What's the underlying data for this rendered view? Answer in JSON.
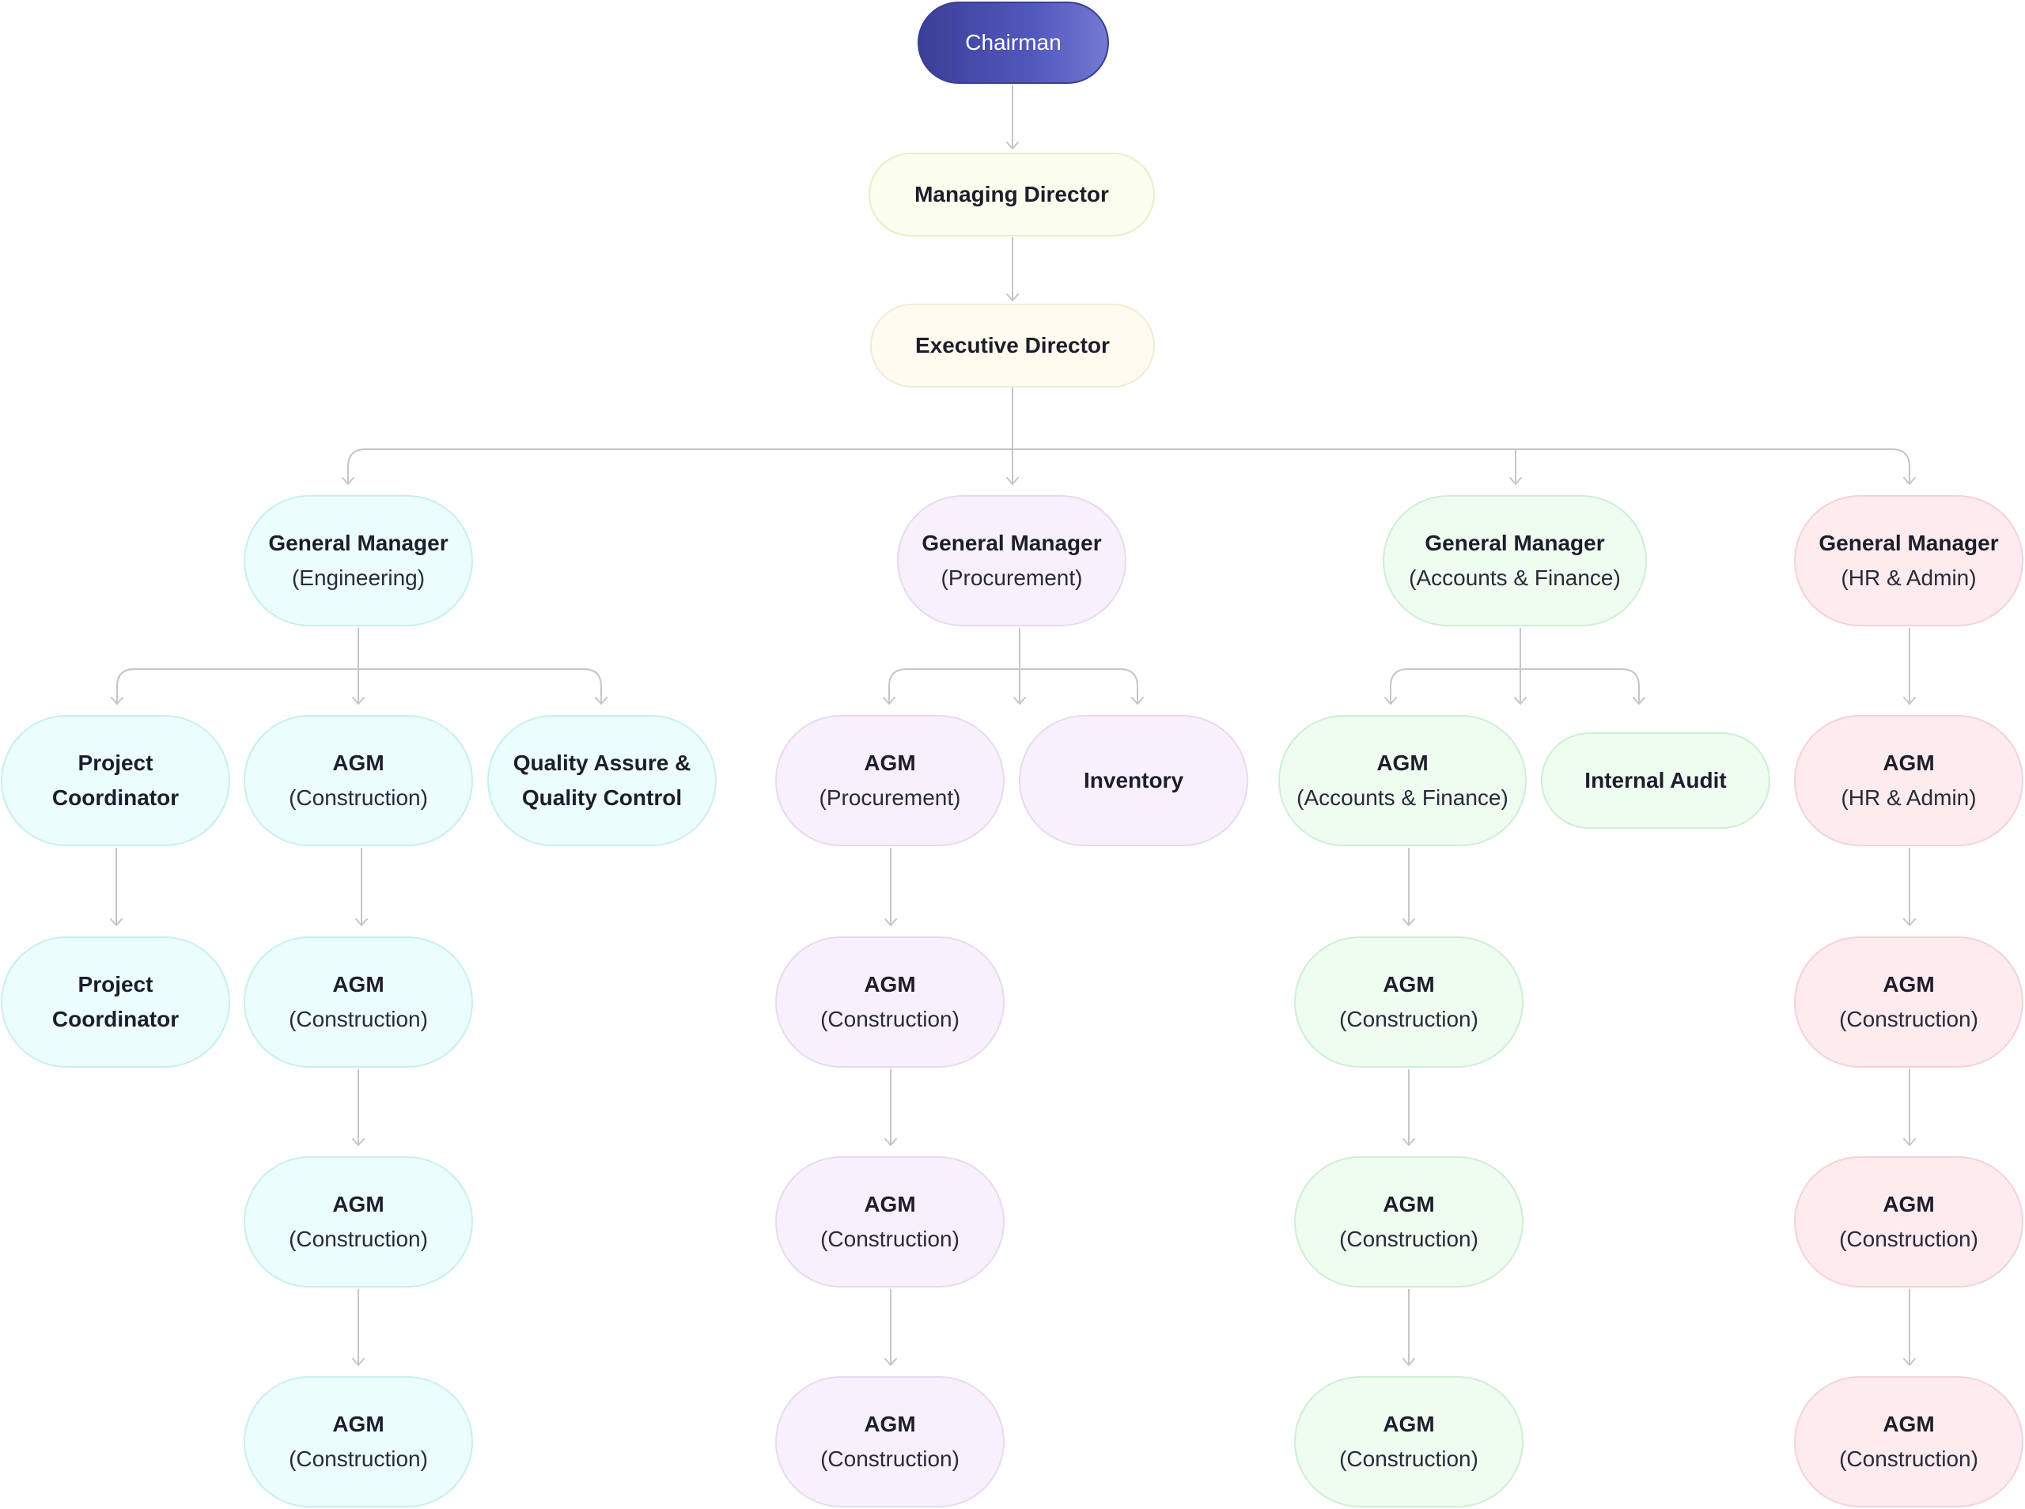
{
  "nodes": {
    "chairman": {
      "line1": "Chairman"
    },
    "md": {
      "line1": "Managing Director"
    },
    "ed": {
      "line1": "Executive Director"
    },
    "gm_eng": {
      "line1": "General Manager",
      "line2": "(Engineering)"
    },
    "gm_pro": {
      "line1": "General Manager",
      "line2": "(Procurement)"
    },
    "gm_fin": {
      "line1": "General Manager",
      "line2": "(Accounts & Finance)"
    },
    "gm_hr": {
      "line1": "General Manager",
      "line2": "(HR & Admin)"
    },
    "pc1": {
      "line1": "Project",
      "line2": "Coordinator"
    },
    "agm_con_eng1": {
      "line1": "AGM",
      "line2": "(Construction)"
    },
    "qa": {
      "line1": "Quality Assure &",
      "line2": "Quality Control"
    },
    "pc2": {
      "line1": "Project",
      "line2": "Coordinator"
    },
    "agm_con_eng2": {
      "line1": "AGM",
      "line2": "(Construction)"
    },
    "agm_con_eng3": {
      "line1": "AGM",
      "line2": "(Construction)"
    },
    "agm_con_eng4": {
      "line1": "AGM",
      "line2": "(Construction)"
    },
    "agm_pro": {
      "line1": "AGM",
      "line2": "(Procurement)"
    },
    "inventory": {
      "line1": "Inventory"
    },
    "agm_con_pro1": {
      "line1": "AGM",
      "line2": "(Construction)"
    },
    "agm_con_pro2": {
      "line1": "AGM",
      "line2": "(Construction)"
    },
    "agm_con_pro3": {
      "line1": "AGM",
      "line2": "(Construction)"
    },
    "agm_fin": {
      "line1": "AGM",
      "line2": "(Accounts & Finance)"
    },
    "audit": {
      "line1": "Internal Audit"
    },
    "agm_con_fin1": {
      "line1": "AGM",
      "line2": "(Construction)"
    },
    "agm_con_fin2": {
      "line1": "AGM",
      "line2": "(Construction)"
    },
    "agm_con_fin3": {
      "line1": "AGM",
      "line2": "(Construction)"
    },
    "agm_hr": {
      "line1": "AGM",
      "line2": "(HR & Admin)"
    },
    "agm_con_hr1": {
      "line1": "AGM",
      "line2": "(Construction)"
    },
    "agm_con_hr2": {
      "line1": "AGM",
      "line2": "(Construction)"
    },
    "agm_con_hr3": {
      "line1": "AGM",
      "line2": "(Construction)"
    }
  },
  "colors": {
    "chairman": "#4a4fb0",
    "managing_director": "#fbfdee",
    "executive_director": "#fffbf0",
    "engineering": "#ebfdfd",
    "procurement": "#f8f0fd",
    "finance": "#eefdf0",
    "hr_admin": "#fdebee",
    "connector": "#c6c6c6"
  }
}
